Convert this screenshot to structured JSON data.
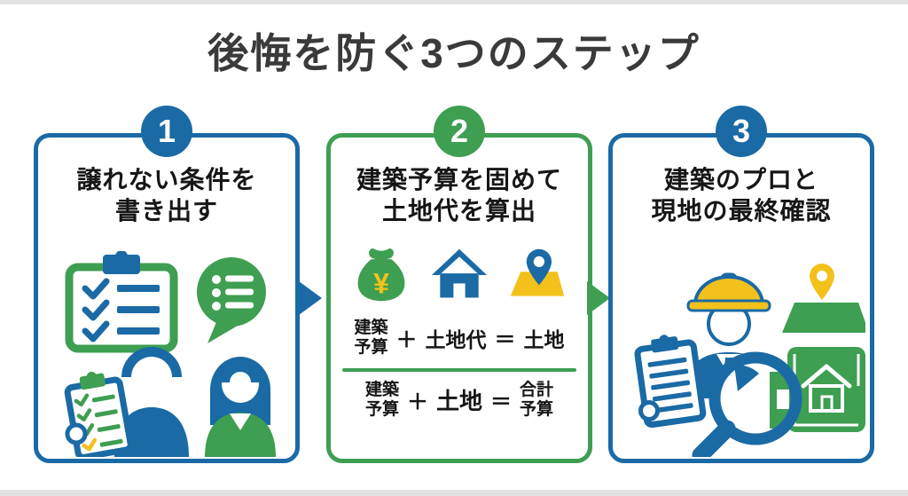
{
  "title": "後悔を防ぐ3つのステップ",
  "colors": {
    "blue": "#1a6aa5",
    "green": "#3e9e52",
    "yellow": "#f3c11c",
    "dark": "#3a3a3a",
    "text": "#161616",
    "frame": "#e2e2e2"
  },
  "steps": [
    {
      "number": "1",
      "heading_line1": "譲れない条件を",
      "heading_line2": "書き出す",
      "icons": [
        "checklist-clipboard-icon",
        "speech-bubble-list-icon",
        "man-with-checklist-icon",
        "woman-icon"
      ]
    },
    {
      "number": "2",
      "heading_line1": "建築予算を固めて",
      "heading_line2": "土地代を算出",
      "icons": [
        "money-bag-yen-icon",
        "house-icon",
        "map-pin-yellow-icon"
      ],
      "formula1": {
        "term1_line1": "建築",
        "term1_line2": "予算",
        "op1": "＋",
        "term2": "土地代",
        "op2": "＝",
        "term3": "土地"
      },
      "formula2": {
        "term1_line1": "建築",
        "term1_line2": "予算",
        "op1": "＋",
        "term2": "土地",
        "op2": "＝",
        "term3_line1": "合計",
        "term3_line2": "予算"
      }
    },
    {
      "number": "3",
      "heading_line1": "建築のプロと",
      "heading_line2": "現地の最終確認",
      "icons": [
        "construction-worker-icon",
        "map-pin-green-icon",
        "blueprint-icon",
        "magnifying-glass-icon"
      ]
    }
  ],
  "arrows": [
    {
      "name": "arrow-1",
      "direction": "right",
      "color": "#1a6aa5"
    },
    {
      "name": "arrow-2",
      "direction": "right",
      "color": "#3e9e52"
    }
  ]
}
